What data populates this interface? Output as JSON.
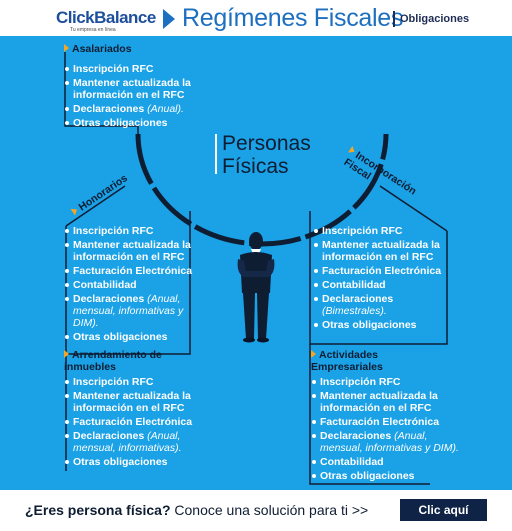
{
  "header": {
    "logo_main": "ClickBalance",
    "logo_tagline": "Tu empresa en línea",
    "title": "Regímenes Fiscales",
    "subtitle": "Obligaciones"
  },
  "center": {
    "line1": "Personas",
    "line2": "Físicas"
  },
  "sections": {
    "asalariados": {
      "title": "Asalariados",
      "items": [
        {
          "text": "Inscripción RFC"
        },
        {
          "text": "Mantener actualizada la información en el RFC"
        },
        {
          "text": "Declaraciones ",
          "note": "(Anual)."
        },
        {
          "text": "Otras obligaciones"
        }
      ]
    },
    "honorarios": {
      "title": "Honorarios",
      "items": [
        {
          "text": "Inscripción RFC"
        },
        {
          "text": "Mantener actualizada la información en el RFC"
        },
        {
          "text": "Facturación Electrónica"
        },
        {
          "text": "Contabilidad"
        },
        {
          "text": "Declaraciones ",
          "note": "(Anual, mensual, informativas y DIM)."
        },
        {
          "text": "Otras obligaciones"
        }
      ]
    },
    "incorporacion": {
      "title_line1": "Incorporación",
      "title_line2": "Fiscal",
      "items": [
        {
          "text": "Inscripción RFC"
        },
        {
          "text": "Mantener actualizada la información en el RFC"
        },
        {
          "text": "Facturación Electrónica"
        },
        {
          "text": "Contabilidad"
        },
        {
          "text": "Declaraciones ",
          "note": "(Bimestrales)."
        },
        {
          "text": "Otras obligaciones"
        }
      ]
    },
    "arrendamiento": {
      "title": "Arrendamiento de inmuebles",
      "items": [
        {
          "text": "Inscripción RFC"
        },
        {
          "text": "Mantener actualizada la información en el RFC"
        },
        {
          "text": "Facturación Electrónica"
        },
        {
          "text": "Declaraciones ",
          "note": "(Anual, mensual, informativas)."
        },
        {
          "text": "Otras obligaciones"
        }
      ]
    },
    "actividades": {
      "title": "Actividades Empresariales",
      "items": [
        {
          "text": "Inscripción RFC"
        },
        {
          "text": "Mantener actualizada la información en el RFC"
        },
        {
          "text": "Facturación Electrónica"
        },
        {
          "text": "Declaraciones ",
          "note": "(Anual, mensual, informativas y DIM)."
        },
        {
          "text": "Contabilidad"
        },
        {
          "text": "Otras obligaciones"
        }
      ]
    }
  },
  "footer": {
    "cta_bold": "¿Eres persona física?",
    "cta_rest": " Conoce una solución para ti >>",
    "button_label": "Clic aquí"
  },
  "colors": {
    "background": "#1aa1e6",
    "accent": "#f5a623",
    "dark": "#0f1d33",
    "brand": "#1d6fc0"
  }
}
